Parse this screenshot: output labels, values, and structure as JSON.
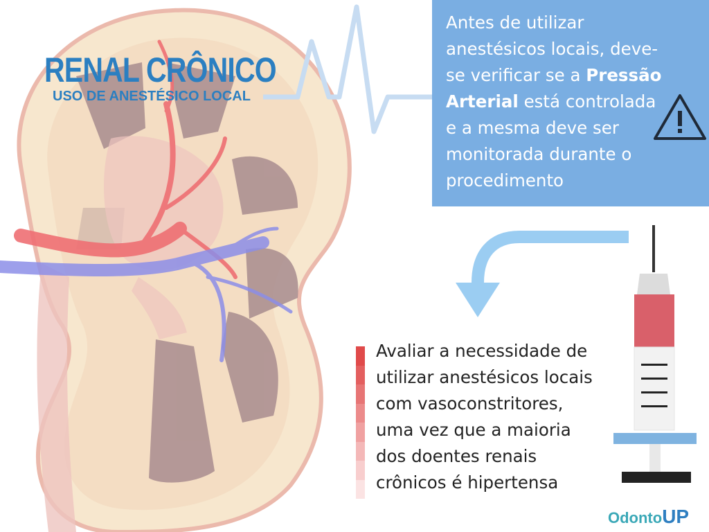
{
  "title": {
    "main": "RENAL CRÔNICO",
    "sub": "USO DE ANESTÉSICO LOCAL"
  },
  "info_box": {
    "text_before": "Antes de utilizar anestésicos locais, deve-se verificar se a ",
    "bold": "Pressão Arterial",
    "text_after": " está controlada e a mesma deve ser monitorada durante o procedimento",
    "icon": "warning-triangle-icon",
    "background": "#7aaee2"
  },
  "bottom_text": {
    "lines": [
      "Avaliar a necessidade de",
      "utilizar anestésicos locais",
      "com vasoconstritores,",
      "uma vez que a maioria",
      "dos doentes renais",
      "crônicos é hipertensa"
    ]
  },
  "gradient_colors": [
    "#e04a4a",
    "#e35f5f",
    "#e77575",
    "#ec8b8b",
    "#f0a1a1",
    "#f4b8b8",
    "#f8cece",
    "#fbe3e3"
  ],
  "logo": {
    "odonto": "Odonto",
    "up": "UP"
  },
  "colors": {
    "accent_blue": "#2b7fc1",
    "box_blue": "#7aaee2",
    "arrow_blue": "#8ec4ef",
    "syringe_red": "#d9606a"
  }
}
